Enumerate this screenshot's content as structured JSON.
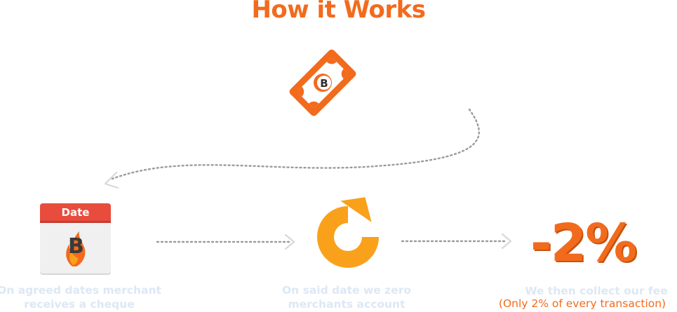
{
  "header": {
    "title": "How it Works"
  },
  "steps": [
    {
      "icon": "calendar-logo-icon",
      "calendar_label": "Date",
      "logo_letter": "B",
      "caption_line1": "On agreed dates merchant",
      "caption_line2": "receives a cheque"
    },
    {
      "icon": "refresh-arrow-icon",
      "caption_line1": "On said date we zero",
      "caption_line2": "merchants account"
    },
    {
      "big_value": "-2%",
      "caption_line1": "We then collect our fee",
      "note": "(Only 2% of every transaction)"
    }
  ],
  "top_icon": {
    "icon": "cash-note-logo-icon",
    "logo_letter": "B"
  },
  "colors": {
    "accent": "#f26b1d",
    "calendar_red": "#e84c3d",
    "refresh": "#f9a11b",
    "dots": "#9b9b9b",
    "caption": "#dce8f4"
  }
}
